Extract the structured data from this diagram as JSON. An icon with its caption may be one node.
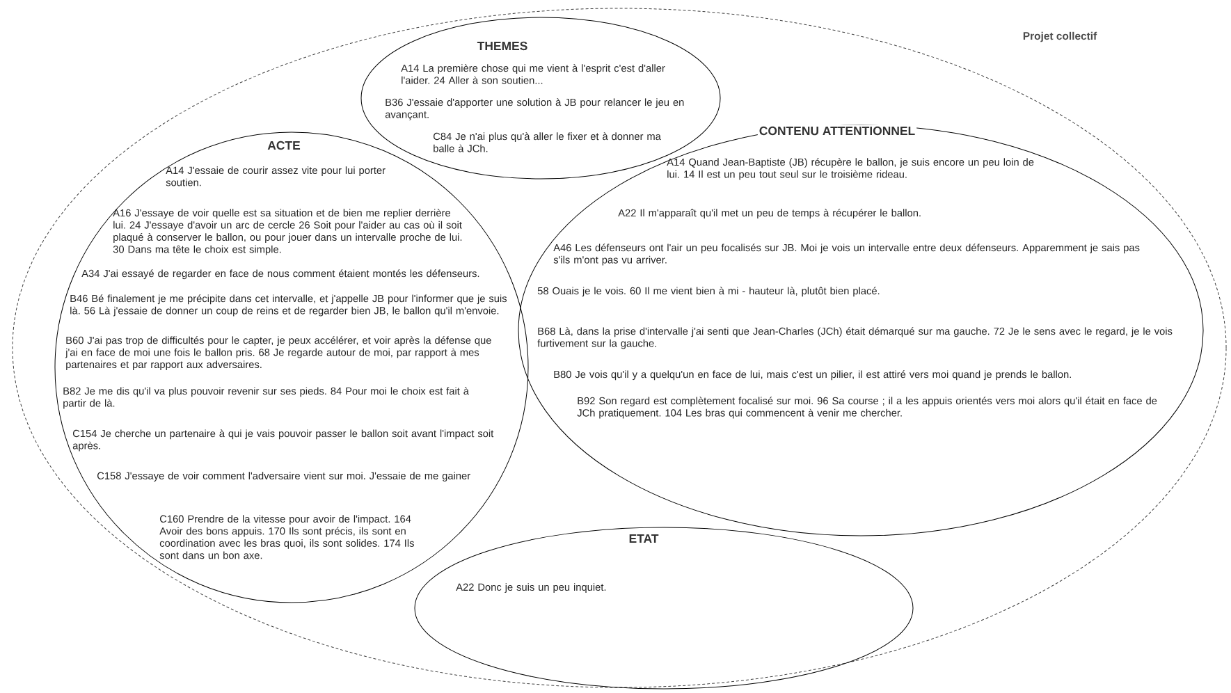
{
  "diagram": {
    "nodes": [
      {
        "text": [
          "Projet collectif"
        ]
      },
      {
        "text": [
          "THEMES",
          "A14 La première chose qui me vient à l'esprit c'est d'aller l'aider. 24 Aller à son soutien...",
          "B36 J'essaie d'apporter une solution à JB pour relancer le jeu en avançant.",
          "C84 Je n'ai plus qu'à aller le fixer et à donner ma balle à JCh."
        ],
        "in": 0
      },
      {
        "text": [
          "ACTE",
          "A14 J'essaie de courir assez vite pour lui porter soutien.",
          "A16 J'essaye de voir quelle est sa situation et de bien me replier derrière lui. 24 J'essaye d'avoir un arc de cercle 26 Soit pour l'aider au cas où il soit plaqué à conserver le ballon, ou pour jouer dans un intervalle proche de lui. 30 Dans ma tête le choix est simple.",
          "A34 J'ai essayé de regarder en face de nous comment étaient montés les défenseurs.",
          "B46 Bé finalement je me précipite dans cet intervalle, et j'appelle JB pour l'informer que je suis là. 56 Là j'essaie de donner un coup de reins et de regarder bien JB, le ballon qu'il m'envoie.",
          "B60 J'ai pas trop de difficultés pour le capter, je peux accélérer, et voir après la défense que j'ai en face de moi une fois le ballon pris. 68 Je regarde autour de moi, par rapport à mes partenaires et par rapport aux adversaires.",
          "B82 Je me dis qu'il va plus pouvoir revenir sur ses pieds. 84 Pour moi le choix est fait à partir de là.",
          "C154 Je cherche un partenaire à qui je vais pouvoir passer le ballon soit avant l'impact soit après.",
          "C158 J'essaye de voir comment l'adversaire vient sur moi. J'essaie de me gainer",
          "C160 Prendre de la vitesse pour avoir de l'impact. 164 Avoir des bons appuis. 170 Ils sont précis, ils sont en coordination avec les bras quoi, ils sont solides. 174 Ils sont dans un bon axe."
        ],
        "in": 0
      },
      {
        "text": [
          "CONTENU ATTENTIONNEL",
          "A14 Quand Jean-Baptiste (JB) récupère le ballon, je suis encore un peu loin de lui. 14 Il est un peu tout seul sur le troisième rideau.",
          "A22 Il m'apparaît qu'il met un peu de temps à récupérer le ballon.",
          "A46 Les défenseurs ont l'air un peu focalisés sur JB. Moi je vois un intervalle entre deux défenseurs. Apparemment je sais pas s'ils m'ont pas vu arriver.",
          "58 Ouais je le vois. 60 Il me vient bien à mi - hauteur là, plutôt bien placé.",
          "B68 Là, dans la prise d'intervalle j'ai senti que Jean-Charles (JCh) était démarqué sur ma gauche. 72 Je le sens avec le regard, je le vois furtivement sur la gauche.",
          "B80 Je vois qu'il y a quelqu'un en face de lui, mais c'est un pilier, il est attiré vers moi quand je prends le ballon.",
          "B92 Son regard est complètement focalisé sur moi. 96 Sa course ; il a les appuis orientés vers moi alors qu'il était en face de JCh pratiquement. 104 Les bras qui commencent à venir me chercher."
        ],
        "in": 0
      },
      {
        "text": [
          "ETAT",
          "A22 Donc je suis un peu inquiet."
        ],
        "in": 0
      }
    ]
  }
}
